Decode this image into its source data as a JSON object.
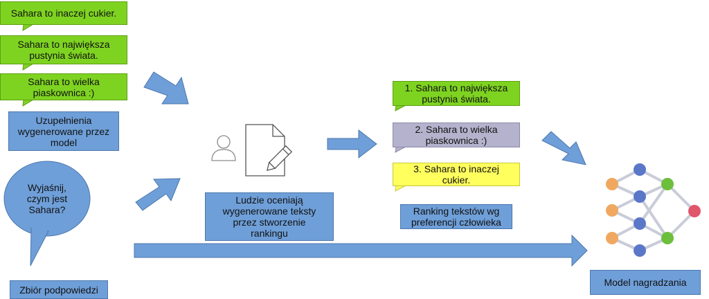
{
  "completions": [
    "Sahara to inaczej cukier.",
    "Sahara to największa pustynia świata.",
    "Sahara to wielka piaskownica :)"
  ],
  "completions_caption": "Uzupełnienia wygenerowane przez model",
  "prompt_bubble": "Wyjaśnij, czym jest Sahara?",
  "prompt_set_caption": "Zbiór podpowiedzi",
  "humans_caption": "Ludzie oceniają wygenerowane teksty przez stworzenie rankingu",
  "ranking": [
    "1. Sahara to największa pustynia świata.",
    "2. Sahara to wielka piaskownica :)",
    "3. Sahara to inaczej cukier."
  ],
  "ranking_caption": "Ranking tekstów wg preferencji człowieka",
  "reward_model_caption": "Model nagradzania",
  "colors": {
    "green": "#7ed321",
    "blue": "#6f9fd8",
    "purple": "#b4b2cc",
    "yellow": "#ffff5e",
    "arrow": "#6f9fd8",
    "node_orange": "#f0a860",
    "node_blue": "#5b77c8",
    "node_green": "#6cbf3c",
    "node_red": "#e0566a"
  },
  "icons": [
    "person-icon",
    "document-edit-icon",
    "neural-network-icon"
  ]
}
